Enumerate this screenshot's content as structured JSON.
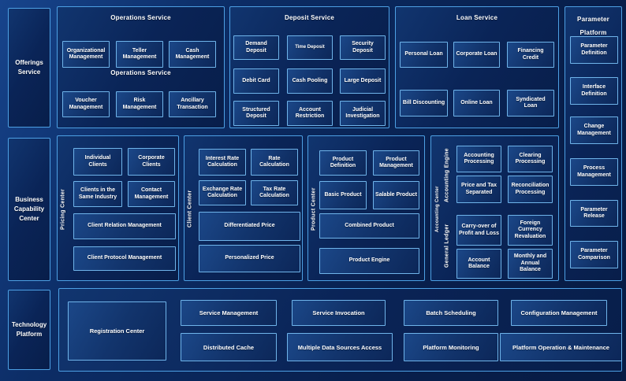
{
  "offerings_service": {
    "label": "Offerings Service"
  },
  "business_capability": {
    "label": "Business Capability Center"
  },
  "technology_platform": {
    "label": "Technology Platform"
  },
  "operations": {
    "title": "Operations Service",
    "subtitle": "Operations Service",
    "boxes": [
      "Organizational Management",
      "Teller Management",
      "Cash Management",
      "Voucher Management",
      "Risk Management",
      "Ancillary Transaction"
    ]
  },
  "deposit": {
    "title": "Deposit Service",
    "boxes": [
      "Demand Deposit",
      "Time Deposit",
      "Security Deposit",
      "Debit Card",
      "Cash Pooling",
      "Large Deposit",
      "Structured Deposit",
      "Account Restriction",
      "Judicial Investigation"
    ]
  },
  "loan": {
    "title": "Loan Service",
    "boxes": [
      "Personal Loan",
      "Corporate Loan",
      "Financing Credit",
      "Bill Discounting",
      "Online Loan",
      "Syndicated Loan"
    ]
  },
  "parameter_platform": {
    "title": "Parameter Platform",
    "boxes": [
      "Parameter Definition",
      "Interface Definition",
      "Change Management",
      "Process Management",
      "Parameter Release",
      "Parameter Comparison"
    ]
  },
  "pricing_center": {
    "label": "Pricing Center",
    "boxes": [
      "Individual Clients",
      "Corporate Clients",
      "Clients in the Same Industry",
      "Contact Management",
      "Client Relation Management",
      "Client Protocol Management"
    ]
  },
  "client_center": {
    "label": "Client Center",
    "boxes": [
      "Interest Rate Calculation",
      "Rate Calculation",
      "Exchange Rate Calculation",
      "Tax Rate Calculation",
      "Differentiated Price",
      "Personalized Price"
    ]
  },
  "product_center": {
    "label": "Product Center",
    "boxes": [
      "Product Definition",
      "Product Management",
      "Basic Product",
      "Salable Product",
      "Combined Product",
      "Product Engine"
    ]
  },
  "accounting_center": {
    "label": "Accounting Center",
    "engine_label": "Accounting Engine",
    "ledger_label": "General Ledger",
    "engine_boxes": [
      "Accounting Processing",
      "Clearing Processing",
      "Price and Tax Separated",
      "Reconciliation Processing"
    ],
    "ledger_boxes": [
      "Carry-over of Profit and Loss",
      "Foreign Currency Revaluation",
      "Account Balance",
      "Monthly and Annual Balance"
    ]
  },
  "technology": {
    "registration": "Registration Center",
    "boxes": [
      "Service Management",
      "Distributed Cache",
      "Service Invocation",
      "Multiple Data Sources Access",
      "Batch Scheduling",
      "Platform Monitoring",
      "Configuration Management",
      "Platform Operation & Maintenance"
    ]
  },
  "colors": {
    "background": "#0a2457",
    "panel_border": "#4da0e4",
    "box_border": "#6fb4ea",
    "text": "#ffffff"
  }
}
